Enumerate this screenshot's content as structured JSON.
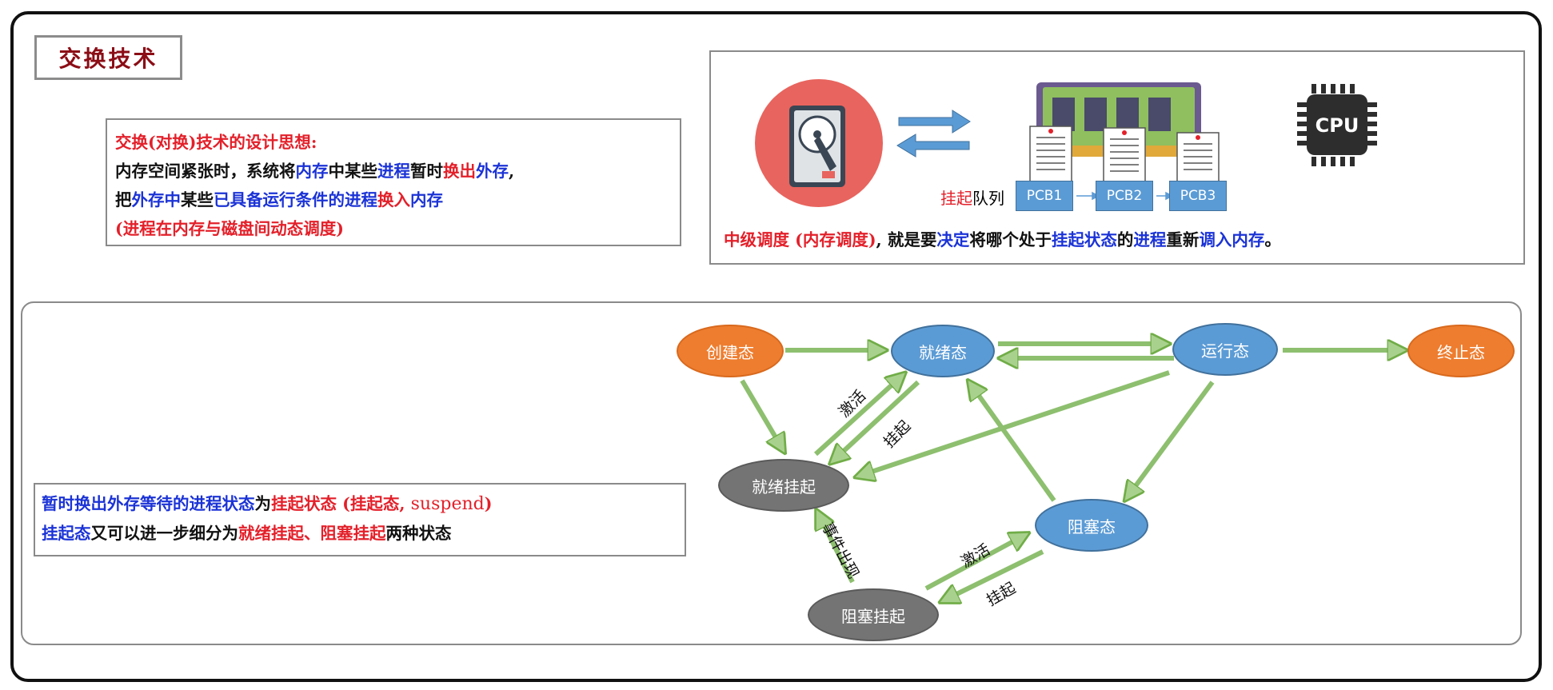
{
  "title": "交换技术",
  "idea": {
    "heading": "交换(对换)技术的设计思想:",
    "line1": [
      {
        "t": "内存空间紧张时，系统将",
        "c": "black"
      },
      {
        "t": "内存",
        "c": "blue"
      },
      {
        "t": "中某些",
        "c": "black"
      },
      {
        "t": "进程",
        "c": "blue"
      },
      {
        "t": "暂时",
        "c": "black"
      },
      {
        "t": "换出",
        "c": "red"
      },
      {
        "t": "外存",
        "c": "blue"
      },
      {
        "t": ",",
        "c": "black"
      }
    ],
    "line2": [
      {
        "t": "把",
        "c": "black"
      },
      {
        "t": "外存中",
        "c": "blue"
      },
      {
        "t": "某些",
        "c": "black"
      },
      {
        "t": "已具备运行条件的进程",
        "c": "blue"
      },
      {
        "t": "换入",
        "c": "red"
      },
      {
        "t": "内存",
        "c": "blue"
      }
    ],
    "line3": "(进程在内存与磁盘间动态调度)"
  },
  "medium": {
    "queue_label_red": "挂起",
    "queue_label_black": "队列",
    "pcbs": [
      "PCB1",
      "PCB2",
      "PCB3"
    ],
    "cpu_label": "CPU",
    "sentence": [
      {
        "t": "中级调度 (内存调度)",
        "c": "red"
      },
      {
        "t": ", 就是要",
        "c": "black"
      },
      {
        "t": "决定",
        "c": "blue"
      },
      {
        "t": "将哪个处于",
        "c": "black"
      },
      {
        "t": "挂起状态",
        "c": "blue"
      },
      {
        "t": "的",
        "c": "black"
      },
      {
        "t": "进程",
        "c": "blue"
      },
      {
        "t": "重新",
        "c": "black"
      },
      {
        "t": "调入内存",
        "c": "blue"
      },
      {
        "t": "。",
        "c": "black"
      }
    ]
  },
  "suspend": {
    "line1": [
      {
        "t": "暂时换出外存等待的进程状态",
        "c": "blue"
      },
      {
        "t": "为",
        "c": "black"
      },
      {
        "t": "挂起状态",
        "c": "red"
      },
      {
        "t": "  (挂起态, ",
        "c": "red"
      },
      {
        "t": "suspend",
        "c": "red",
        "en": true
      },
      {
        "t": ")",
        "c": "red"
      }
    ],
    "line2": [
      {
        "t": "挂起态",
        "c": "blue"
      },
      {
        "t": "又可以进一步细分为",
        "c": "black"
      },
      {
        "t": "就绪挂起、阻塞挂起",
        "c": "red"
      },
      {
        "t": "两种状态",
        "c": "black"
      }
    ]
  },
  "states": {
    "create": "创建态",
    "ready": "就绪态",
    "running": "运行态",
    "terminated": "终止态",
    "ready_suspend": "就绪挂起",
    "blocked": "阻塞态",
    "blocked_suspend": "阻塞挂起"
  },
  "edge_labels": {
    "activate_top": "激活",
    "suspend_top": "挂起",
    "event": "事件出现",
    "activate_bottom": "激活",
    "suspend_bottom": "挂起"
  },
  "colors": {
    "arrow_fill": "#a9d18e",
    "arrow_stroke": "#70ad47",
    "red": "#e3202a",
    "blue": "#1b33d6",
    "title": "#8b0d16"
  }
}
